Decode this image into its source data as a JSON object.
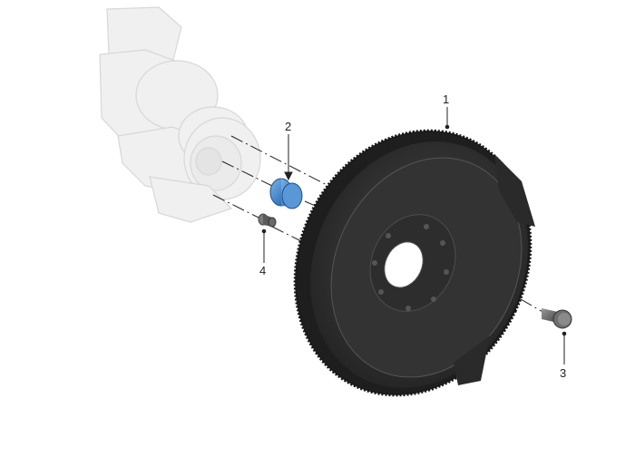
{
  "callouts": [
    {
      "id": "flywheel",
      "label": "1"
    },
    {
      "id": "bushing",
      "label": "2"
    },
    {
      "id": "bolt",
      "label": "3"
    },
    {
      "id": "dowel-pin",
      "label": "4"
    }
  ],
  "colors": {
    "flywheel": "#2b2b2b",
    "flywheel_face": "#3a3a3a",
    "bushing": "#3d7fc4",
    "crankshaft_ghost": "#d9d9d9",
    "leader": "#222222"
  }
}
